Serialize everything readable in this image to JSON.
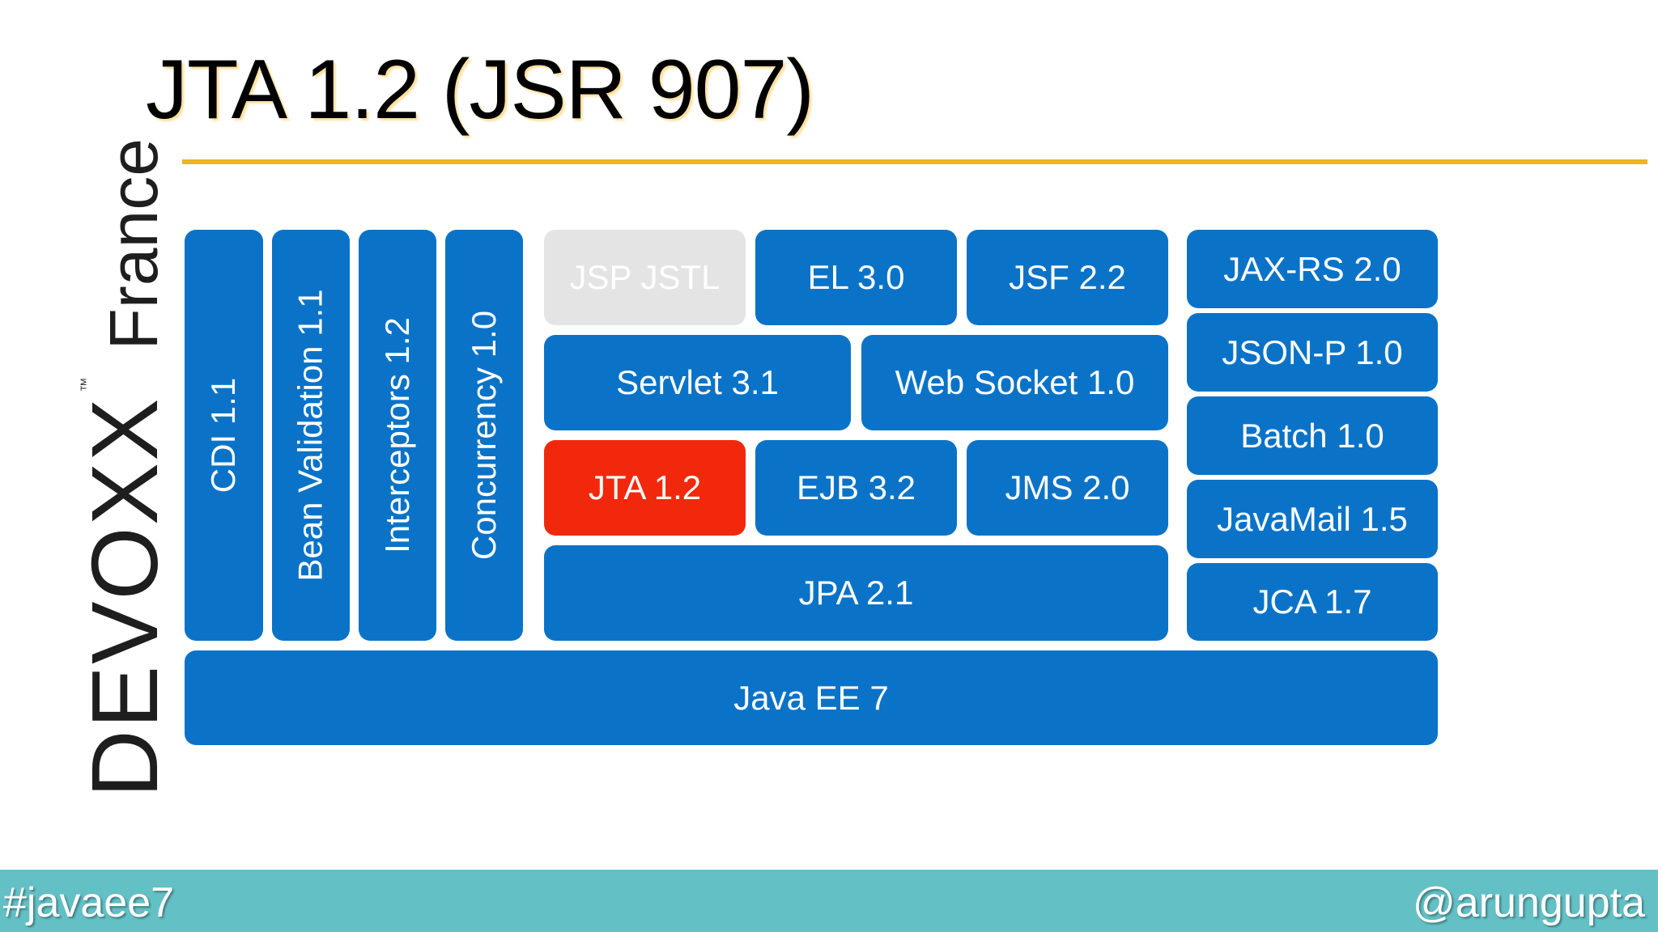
{
  "title": "JTA 1.2 (JSR 907)",
  "logo": {
    "brand": "DEVOXX",
    "trademark": "™",
    "region": "France"
  },
  "colors": {
    "block": "#0b73c7",
    "highlight": "#f2280c",
    "dimmed": "#e4e4e4",
    "accent": "#f0b323",
    "footer": "#63c0c5"
  },
  "stack": {
    "cdi": "CDI 1.1",
    "bean_validation": "Bean Validation 1.1",
    "interceptors": "Interceptors 1.2",
    "concurrency": "Concurrency 1.0",
    "jsp_jstl": "JSP JSTL",
    "el": "EL 3.0",
    "jsf": "JSF 2.2",
    "servlet": "Servlet 3.1",
    "web_socket": "Web Socket 1.0",
    "jta": "JTA 1.2",
    "ejb": "EJB 3.2",
    "jms": "JMS 2.0",
    "jpa": "JPA 2.1",
    "jax_rs": "JAX-RS 2.0",
    "json_p": "JSON-P 1.0",
    "batch": "Batch 1.0",
    "javamail": "JavaMail 1.5",
    "jca": "JCA 1.7",
    "java_ee": "Java EE 7"
  },
  "footer": {
    "hashtag": "#javaee7",
    "handle": "@arungupta"
  }
}
